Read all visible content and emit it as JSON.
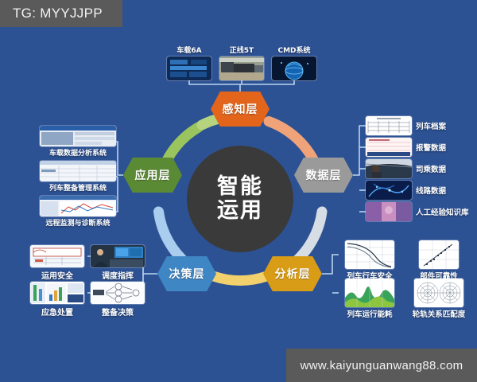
{
  "watermarks": {
    "top_left": "TG: MYYJJPP",
    "bottom_right": "www.kaiyunguanwang88.com"
  },
  "colors": {
    "background": "#2d5294",
    "core": "#3a3a3a",
    "perception": "#e2651b",
    "application": "#5a8a34",
    "data": "#9a9a9a",
    "decision": "#3f86c4",
    "analysis": "#d89c16",
    "connector": "#b9d4ee"
  },
  "core": {
    "line1": "智能",
    "line2": "运用"
  },
  "nodes": {
    "perception": "感知层",
    "application": "应用层",
    "data": "数据层",
    "decision": "决策层",
    "analysis": "分析层"
  },
  "groups": {
    "top": {
      "owner": "感知层",
      "items": [
        {
          "label": "车载6A",
          "icon": "train-equipment-thumbnail"
        },
        {
          "label": "正线5T",
          "icon": "locomotive-photo-thumbnail"
        },
        {
          "label": "CMD系统",
          "icon": "globe-network-thumbnail"
        }
      ]
    },
    "left": {
      "owner": "应用层",
      "items": [
        {
          "label": "车载数据分析系统",
          "icon": "software-window-thumbnail"
        },
        {
          "label": "列车整备管理系统",
          "icon": "spreadsheet-window-thumbnail"
        },
        {
          "label": "远程监测与诊断系统",
          "icon": "monitoring-window-thumbnail"
        }
      ]
    },
    "right": {
      "owner": "数据层",
      "items": [
        {
          "label": "列车档案",
          "icon": "document-table-thumbnail"
        },
        {
          "label": "报警数据",
          "icon": "alarm-table-thumbnail"
        },
        {
          "label": "司乘数据",
          "icon": "cab-driver-photo-thumbnail"
        },
        {
          "label": "线路数据",
          "icon": "route-network-thumbnail"
        },
        {
          "label": "人工经验知识库",
          "icon": "knowledge-photo-thumbnail"
        }
      ]
    },
    "bottom_left": {
      "owner": "决策层",
      "items": [
        {
          "label": "运用安全",
          "icon": "train-diagram-thumbnail"
        },
        {
          "label": "调度指挥",
          "icon": "dispatch-room-photo-thumbnail"
        },
        {
          "label": "应急处置",
          "icon": "dashboard-chart-thumbnail"
        },
        {
          "label": "整备决策",
          "icon": "flow-diagram-thumbnail"
        }
      ]
    },
    "bottom_right": {
      "owner": "分析层",
      "items": [
        {
          "label": "列车行车安全",
          "icon": "curve-chart-thumbnail"
        },
        {
          "label": "部件可靠性",
          "icon": "scatter-chart-thumbnail"
        },
        {
          "label": "列车运行能耗",
          "icon": "area-chart-thumbnail"
        },
        {
          "label": "轮轨关系匹配度",
          "icon": "polar-chart-thumbnail"
        }
      ]
    }
  }
}
